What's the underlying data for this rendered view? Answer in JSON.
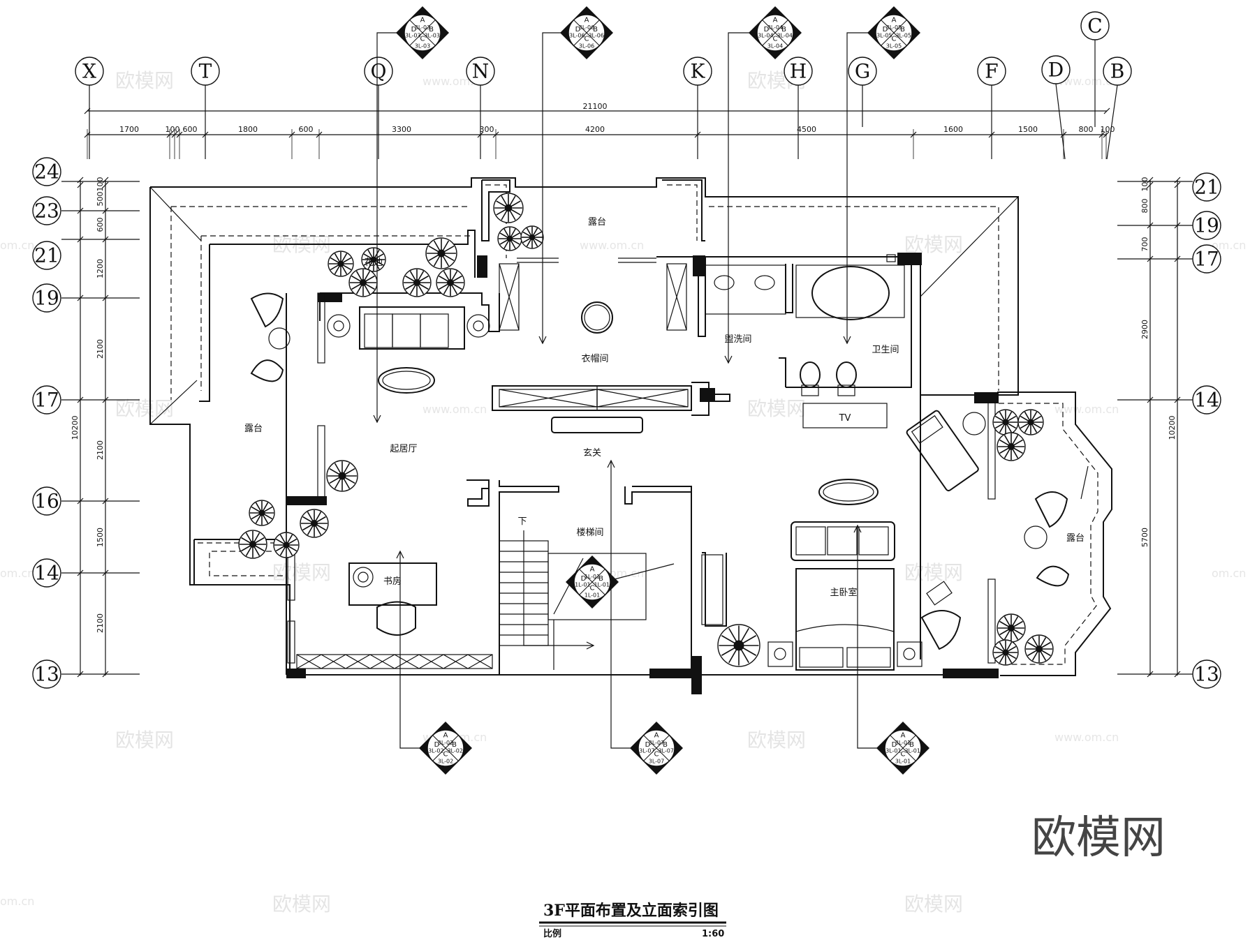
{
  "drawing": {
    "title": "3F平面布置及立面索引图",
    "scale_label": "比例",
    "scale_value": "1:60",
    "watermark_brand": "欧模网",
    "watermark_url": "www.om.cn",
    "watermark_url_edge": "om.cn"
  },
  "top_axes": [
    "X",
    "T",
    "Q",
    "N",
    "K",
    "H",
    "G",
    "F",
    "D",
    "C",
    "B"
  ],
  "left_axes": [
    "24",
    "23",
    "21",
    "19",
    "17",
    "16",
    "14",
    "13"
  ],
  "right_axes": [
    "21",
    "19",
    "17",
    "14",
    "13"
  ],
  "top_total_dimension": "21100",
  "top_dimensions": [
    "1700",
    "100",
    "600",
    "1800",
    "600",
    "3300",
    "300",
    "4200",
    "4500",
    "1600",
    "1500",
    "800",
    "100"
  ],
  "left_total_dimension": "10200",
  "left_dimensions": [
    "100",
    "500",
    "600",
    "1200",
    "2100",
    "2100",
    "1500",
    "2100"
  ],
  "right_total_dimension": "10200",
  "right_dimensions": [
    "100",
    "800",
    "700",
    "2900",
    "5700"
  ],
  "rooms": {
    "terrace_top": "露台",
    "planter": "花池",
    "cloakroom": "衣帽间",
    "washroom": "盥洗间",
    "bathroom": "卫生间",
    "terrace_left": "露台",
    "living_room": "起居厅",
    "foyer": "玄关",
    "stair_down": "下",
    "stairwell": "楼梯间",
    "study": "书房",
    "master_bedroom": "主卧室",
    "terrace_right": "露台",
    "tv": "TV"
  },
  "elevation_indexes": [
    {
      "id": "3L-03",
      "letters": [
        "A",
        "B",
        "C",
        "D"
      ]
    },
    {
      "id": "3L-06",
      "letters": [
        "A",
        "B",
        "C",
        "D"
      ]
    },
    {
      "id": "3L-04",
      "letters": [
        "A",
        "B",
        "C",
        "D"
      ]
    },
    {
      "id": "3L-05",
      "letters": [
        "A",
        "B",
        "C",
        "D"
      ]
    },
    {
      "id": "3L-02",
      "letters": [
        "A",
        "B",
        "C",
        "D"
      ]
    },
    {
      "id": "3L-07",
      "letters": [
        "A",
        "B",
        "C",
        "D"
      ]
    },
    {
      "id": "3L-01",
      "letters": [
        "A",
        "B",
        "C",
        "D"
      ]
    },
    {
      "id": "1L-01",
      "letters": [
        "A",
        "B",
        "C",
        "D"
      ]
    }
  ]
}
